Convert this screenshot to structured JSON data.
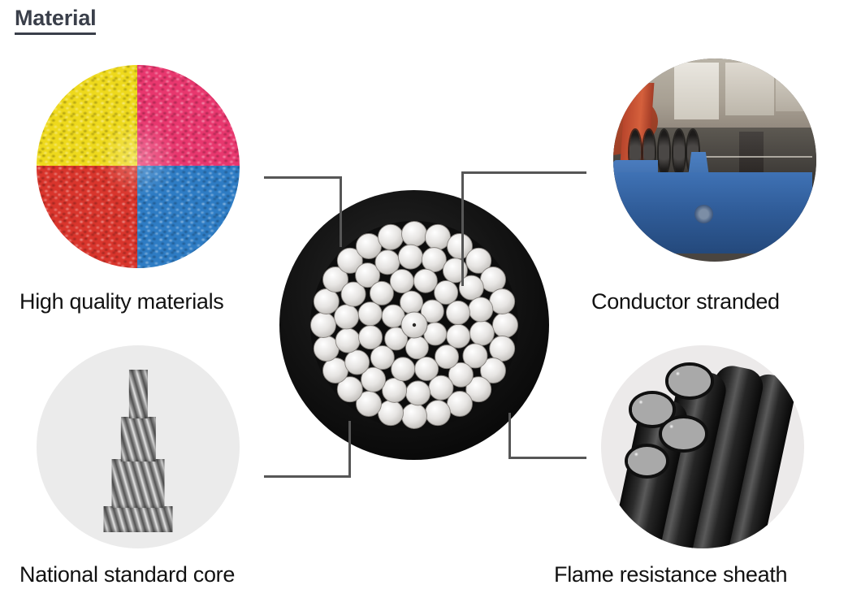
{
  "header": {
    "title": "Material"
  },
  "center": {
    "name": "cable-cross-section",
    "description": "black sheathed cable cross-section with stranded aluminium conductor"
  },
  "features": [
    {
      "id": "high-quality-materials",
      "label": "High quality materials",
      "image_name": "plastic-pellets-photo",
      "position": "top-left",
      "colors": {
        "yellow": "#eed91c",
        "pink": "#e8376e",
        "red": "#d9352c",
        "blue": "#2e7cc4"
      }
    },
    {
      "id": "conductor-stranded",
      "label": "Conductor stranded",
      "image_name": "stranding-machine-photo",
      "position": "top-right",
      "colors": {
        "machine_blue": "#2f5b97",
        "wall": "#a79f92",
        "red_post": "#c24e2f"
      }
    },
    {
      "id": "national-standard-core",
      "label": "National standard core",
      "image_name": "stranded-conductor-core-photo",
      "position": "bottom-left",
      "colors": {
        "background": "#ebebeb",
        "metal": "#9b9b9b"
      }
    },
    {
      "id": "flame-resistance-sheath",
      "label": "Flame resistance sheath",
      "image_name": "abc-cable-bundle-photo",
      "position": "bottom-right",
      "colors": {
        "background": "#eceaea",
        "sheath": "#0a0a0a",
        "conductor": "#dcdcdc"
      }
    }
  ],
  "connectors": [
    {
      "id": "connector-top-left",
      "from": "high-quality-materials",
      "color": "#565656"
    },
    {
      "id": "connector-top-right",
      "from": "conductor-stranded",
      "color": "#565656"
    },
    {
      "id": "connector-bottom-left",
      "from": "national-standard-core",
      "color": "#565656"
    },
    {
      "id": "connector-bottom-right",
      "from": "flame-resistance-sheath",
      "color": "#565656"
    }
  ],
  "theme": {
    "background": "#ffffff",
    "title_color": "#3a3f4a",
    "caption_color": "#121212",
    "connector_color": "#565656"
  }
}
